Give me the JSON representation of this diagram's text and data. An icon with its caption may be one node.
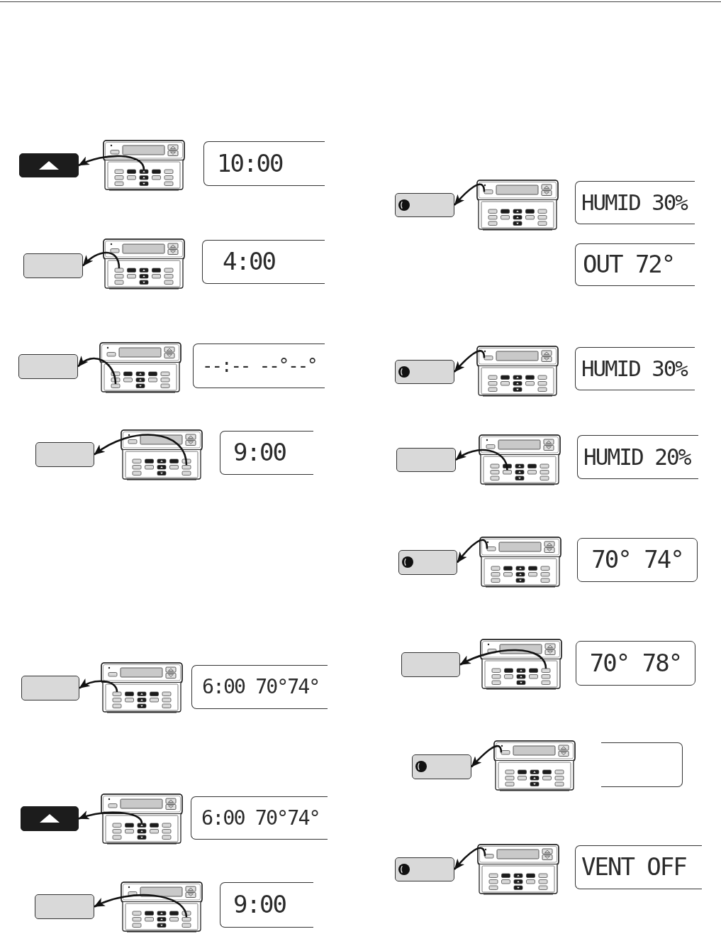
{
  "diagram": {
    "nodes": [
      {
        "text": [],
        "shape": "box"
      },
      {
        "text": [],
        "shape": "picture"
      },
      {
        "text": [],
        "shape": "box",
        "in": 1
      },
      {
        "text": [
          "10:00"
        ]
      },
      {
        "text": [],
        "shape": "box"
      },
      {
        "text": [],
        "shape": "picture"
      },
      {
        "text": [],
        "shape": "box",
        "in": 5
      },
      {
        "text": [
          "4:00"
        ]
      },
      {
        "text": [],
        "shape": "box"
      },
      {
        "text": [],
        "shape": "picture"
      },
      {
        "text": [],
        "shape": "box",
        "in": 9
      },
      {
        "text": [
          "--:-- --°--°"
        ]
      },
      {
        "text": [],
        "shape": "box"
      },
      {
        "text": [],
        "shape": "picture"
      },
      {
        "text": [],
        "shape": "box",
        "in": 13
      },
      {
        "text": [
          "9:00"
        ]
      },
      {
        "text": [],
        "shape": "box"
      },
      {
        "text": [],
        "shape": "picture"
      },
      {
        "text": [],
        "shape": "box",
        "in": 17
      },
      {
        "text": [
          "6:00 70°74°"
        ]
      },
      {
        "text": [],
        "shape": "box"
      },
      {
        "text": [],
        "shape": "picture"
      },
      {
        "text": [],
        "shape": "box",
        "in": 21
      },
      {
        "text": [
          "6:00 70°74°"
        ]
      },
      {
        "text": [],
        "shape": "box"
      },
      {
        "text": [],
        "shape": "picture"
      },
      {
        "text": [],
        "shape": "box",
        "in": 25
      },
      {
        "text": [
          "9:00"
        ]
      },
      {
        "text": [],
        "shape": "box"
      },
      {
        "text": [],
        "shape": "picture"
      },
      {
        "text": [],
        "shape": "box",
        "in": 29
      },
      {
        "text": [
          "HUMID 30%"
        ]
      },
      {
        "text": [
          "OUT 72°"
        ]
      },
      {
        "text": [],
        "shape": "box"
      },
      {
        "text": [],
        "shape": "picture"
      },
      {
        "text": [],
        "shape": "box",
        "in": 34
      },
      {
        "text": [
          "HUMID 30%"
        ]
      },
      {
        "text": [],
        "shape": "box"
      },
      {
        "text": [],
        "shape": "picture"
      },
      {
        "text": [],
        "shape": "box",
        "in": 38
      },
      {
        "text": [
          "HUMID 20%"
        ]
      },
      {
        "text": [],
        "shape": "box"
      },
      {
        "text": [],
        "shape": "picture"
      },
      {
        "text": [],
        "shape": "box",
        "in": 42
      },
      {
        "text": [
          "70° 74°"
        ]
      },
      {
        "text": [],
        "shape": "box"
      },
      {
        "text": [],
        "shape": "picture"
      },
      {
        "text": [],
        "shape": "box",
        "in": 46
      },
      {
        "text": [
          "70° 78°"
        ]
      },
      {
        "text": [],
        "shape": "box"
      },
      {
        "text": [],
        "shape": "picture"
      },
      {
        "text": [],
        "shape": "box",
        "in": 50
      },
      {
        "text": [],
        "shape": "box"
      },
      {
        "text": [],
        "shape": "box"
      },
      {
        "text": [],
        "shape": "picture"
      },
      {
        "text": [],
        "shape": "box",
        "in": 54
      },
      {
        "text": [
          "VENT OFF"
        ]
      }
    ],
    "edges": [
      {
        "from": 2,
        "to": 0,
        "arrow": "to"
      },
      {
        "from": 6,
        "to": 4,
        "arrow": "to"
      },
      {
        "from": 10,
        "to": 8,
        "arrow": "to"
      },
      {
        "from": 14,
        "to": 12,
        "arrow": "to"
      },
      {
        "from": 18,
        "to": 16,
        "arrow": "to"
      },
      {
        "from": 22,
        "to": 20,
        "arrow": "to"
      },
      {
        "from": 26,
        "to": 24,
        "arrow": "to"
      },
      {
        "from": 30,
        "to": 28,
        "arrow": "to"
      },
      {
        "from": 35,
        "to": 33,
        "arrow": "to"
      },
      {
        "from": 39,
        "to": 37,
        "arrow": "to"
      },
      {
        "from": 43,
        "to": 41,
        "arrow": "to"
      },
      {
        "from": 47,
        "to": 45,
        "arrow": "to"
      },
      {
        "from": 51,
        "to": 49,
        "arrow": "to"
      },
      {
        "from": 55,
        "to": 53,
        "arrow": "to"
      }
    ]
  }
}
